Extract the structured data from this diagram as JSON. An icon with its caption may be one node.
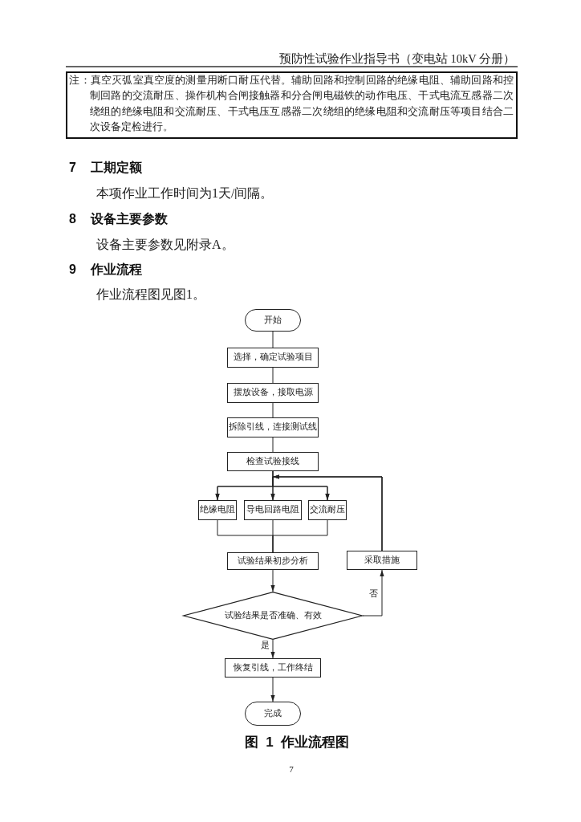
{
  "diagram": {
    "caption": "图 1 作业流程图",
    "nodes": [
      {
        "text": [
          "开始"
        ]
      },
      {
        "text": [
          "选择，确定试验项目"
        ]
      },
      {
        "text": [
          "摆放设备，接取电源"
        ]
      },
      {
        "text": [
          "拆除引线，连接测试线"
        ]
      },
      {
        "text": [
          "检查试验接线"
        ]
      },
      {
        "text": [
          "绝缘电阻"
        ]
      },
      {
        "text": [
          "导电回路电阻"
        ]
      },
      {
        "text": [
          "交流耐压"
        ]
      },
      {
        "text": [
          "试验结果初步分析"
        ]
      },
      {
        "text": [
          "采取措施"
        ]
      },
      {
        "text": [
          "试验结果是否准确、有效"
        ]
      },
      {
        "text": [
          "恢复引线，工作终结"
        ]
      },
      {
        "text": [
          "完成"
        ]
      }
    ],
    "edges": [
      {
        "from": 0,
        "to": 1,
        "arrow": "none"
      },
      {
        "from": 1,
        "to": 2,
        "arrow": "none"
      },
      {
        "from": 2,
        "to": 3,
        "arrow": "none"
      },
      {
        "from": 3,
        "to": 4,
        "arrow": "none"
      },
      {
        "from": 4,
        "to": 5,
        "arrow": "to"
      },
      {
        "from": 4,
        "to": 6,
        "arrow": "to"
      },
      {
        "from": 4,
        "to": 7,
        "arrow": "to"
      },
      {
        "from": 5,
        "to": 8,
        "arrow": "none"
      },
      {
        "from": 6,
        "to": 8,
        "arrow": "none"
      },
      {
        "from": 7,
        "to": 8,
        "arrow": "none"
      },
      {
        "from": 8,
        "to": 10,
        "arrow": "to"
      },
      {
        "from": 10,
        "to": 9,
        "arrow": "to",
        "label": "否"
      },
      {
        "from": 9,
        "to": 5,
        "arrow": "to"
      },
      {
        "from": 9,
        "to": 6,
        "arrow": "to"
      },
      {
        "from": 9,
        "to": 7,
        "arrow": "to"
      },
      {
        "from": 10,
        "to": 11,
        "arrow": "to",
        "label": "是"
      },
      {
        "from": 11,
        "to": 12,
        "arrow": "to"
      }
    ],
    "labels": [
      "预防性试验作业指导书（变电站 10kV 分册）",
      "注：真空灭弧室真空度的测量用断口耐压代替。辅助回路和控制回路的绝缘电阻、辅助回路和控制回路的交流耐压、操作机构合闸接触器和分合闸电磁铁的动作电压、干式电流互感器二次绕组的绝缘电阻和交流耐压、干式电压互感器二次绕组的绝缘电阻和交流耐压等项目结合二次设备定检进行。",
      "7 工期定额",
      "本项作业工作时间为1天/间隔。",
      "8 设备主要参数",
      "设备主要参数见附录A。",
      "9 作业流程",
      "作业流程图见图1。",
      "7"
    ]
  }
}
